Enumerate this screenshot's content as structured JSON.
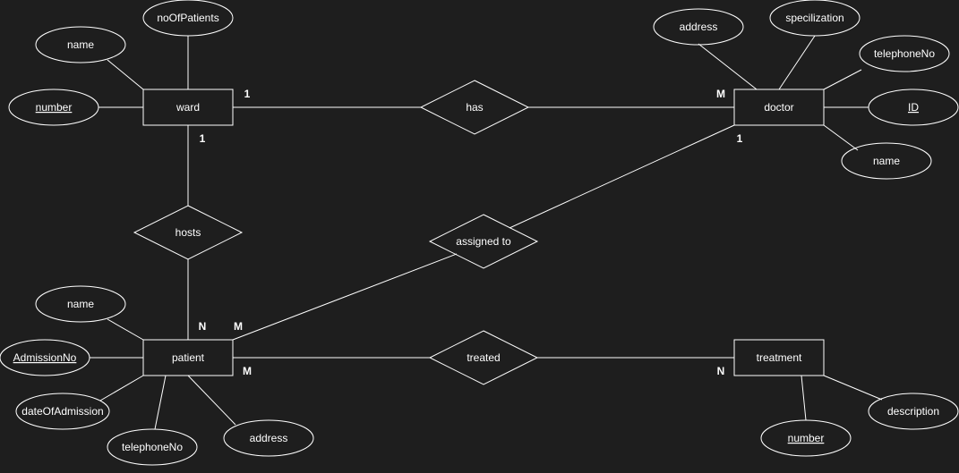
{
  "theme": {
    "background": "#1e1e1e",
    "stroke": "#ffffff",
    "text": "#ffffff"
  },
  "entities": {
    "ward": "ward",
    "doctor": "doctor",
    "patient": "patient",
    "treatment": "treatment"
  },
  "relationships": {
    "has": "has",
    "hosts": "hosts",
    "assigned_to": "assigned to",
    "treated": "treated"
  },
  "attributes": {
    "ward_noOfPatients": "noOfPatients",
    "ward_name": "name",
    "ward_number": "number",
    "doctor_address": "address",
    "doctor_specilization": "specilization",
    "doctor_telephoneNo": "telephoneNo",
    "doctor_ID": "ID",
    "doctor_name": "name",
    "patient_name": "name",
    "patient_AdmissionNo": "AdmissionNo",
    "patient_dateOfAdmission": "dateOfAdmission",
    "patient_telephoneNo": "telephoneNo",
    "patient_address": "address",
    "treatment_number": "number",
    "treatment_description": "description"
  },
  "cardinalities": {
    "ward_has": "1",
    "doctor_has": "M",
    "ward_hosts": "1",
    "doctor_assigned": "1",
    "patient_hosts": "N",
    "patient_assigned": "M",
    "patient_treated": "M",
    "treatment_treated": "N"
  }
}
